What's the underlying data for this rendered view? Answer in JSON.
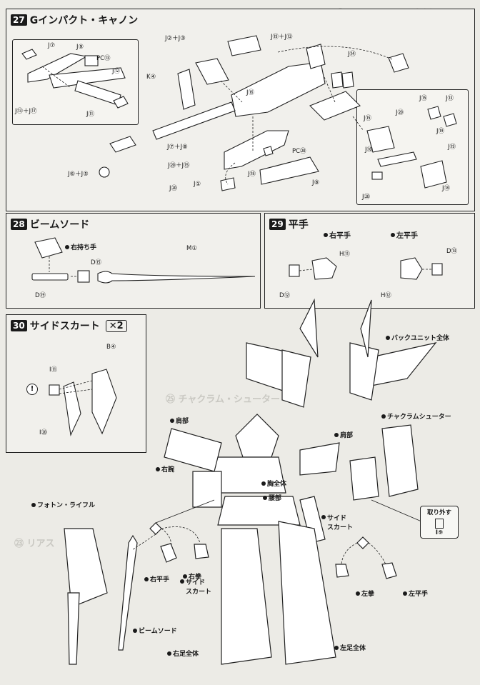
{
  "steps": {
    "s27": {
      "num": "27",
      "title": "Gインパクト・キャノン",
      "labels": [
        "J⑦",
        "J⑨",
        "PC⑬",
        "J⑫",
        "J⑬＋J⑰",
        "J⑪",
        "J②＋J③",
        "K④",
        "J⑦＋J⑧",
        "J⑥＋J⑤",
        "J⑳＋J⑮",
        "J⑳",
        "J①",
        "J⑧",
        "J⑱",
        "PC⑳",
        "J⑯",
        "J⑲＋J⑬",
        "J⑭",
        "J⑮",
        "J⑬",
        "J⑮",
        "J⑳",
        "J⑲",
        "J⑲",
        "J⑯",
        "J⑱",
        "J⑳"
      ]
    },
    "s28": {
      "num": "28",
      "title": "ビームソード",
      "hand_label": "右持ち手",
      "labels": [
        "D⑮",
        "D⑲",
        "M①"
      ]
    },
    "s29": {
      "num": "29",
      "title": "平手",
      "right": "右平手",
      "left": "左平手",
      "labels": [
        "H⑪",
        "D⑫",
        "D⑬",
        "H⑫"
      ]
    },
    "s30": {
      "num": "30",
      "title": "サイドスカート",
      "mult": "✕2",
      "labels": [
        "B④",
        "I⑪",
        "I⑳"
      ]
    }
  },
  "final": {
    "back_unit": "バックユニット全体",
    "shoulder_r": "肩部",
    "shoulder_l": "肩部",
    "chakram": "チャクラムシューター",
    "right_arm": "右腕",
    "chest": "胸全体",
    "waist": "腰部",
    "side_skirt_r": "サイド\nスカート",
    "side_skirt_c": "サイド\nスカート",
    "photon_rifle": "フォトン・ライフル",
    "right_flat_hand": "右平手",
    "right_fist": "右拳",
    "left_fist": "左拳",
    "left_flat_hand": "左平手",
    "beam_sword": "ビームソード",
    "right_leg": "右足全体",
    "left_leg": "左足全体",
    "remove_label": "取り外す",
    "remove_part": "I⑨",
    "warn_icon": "!"
  }
}
